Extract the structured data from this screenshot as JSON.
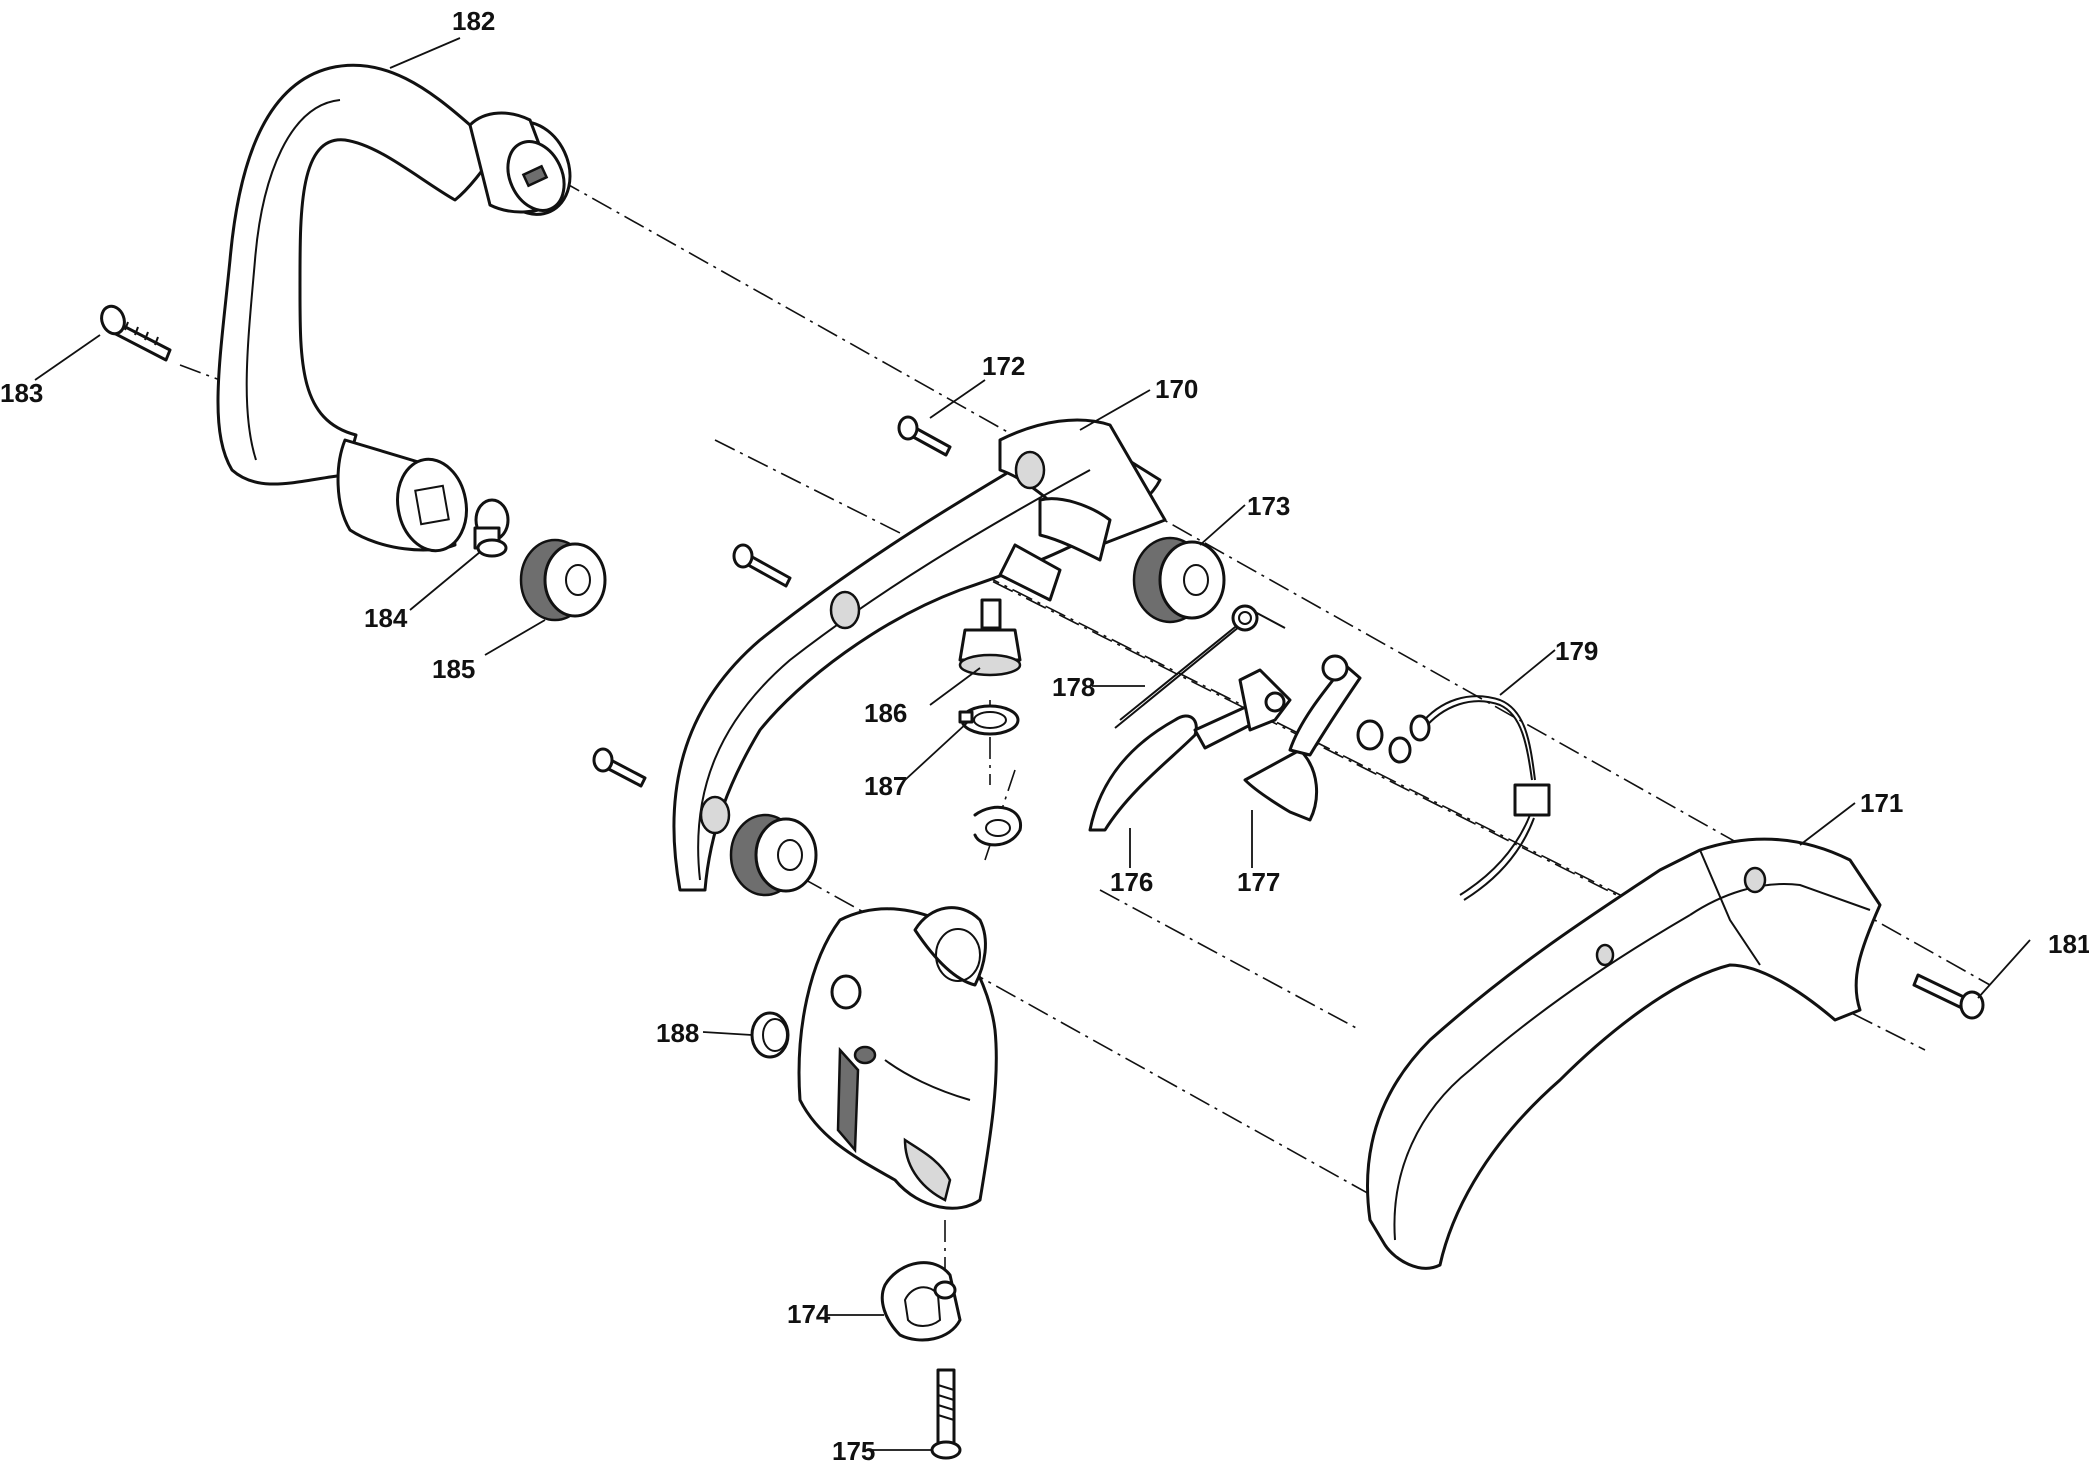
{
  "parts": [
    {
      "id": "p182",
      "label": "182",
      "name": "Front handle bar"
    },
    {
      "id": "p183",
      "label": "183",
      "name": "Screw"
    },
    {
      "id": "p184",
      "label": "184",
      "name": "Spacer"
    },
    {
      "id": "p185",
      "label": "185",
      "name": "Rubber damper"
    },
    {
      "id": "p172",
      "label": "172",
      "name": "Screw"
    },
    {
      "id": "p170",
      "label": "170",
      "name": "Handle half (left)"
    },
    {
      "id": "p173",
      "label": "173",
      "name": "Rubber damper"
    },
    {
      "id": "p186",
      "label": "186",
      "name": "Switch"
    },
    {
      "id": "p187",
      "label": "187",
      "name": "Retaining ring"
    },
    {
      "id": "p178",
      "label": "178",
      "name": "Torsion spring"
    },
    {
      "id": "p179",
      "label": "179",
      "name": "Cable"
    },
    {
      "id": "p176",
      "label": "176",
      "name": "Lock-off lever"
    },
    {
      "id": "p177",
      "label": "177",
      "name": "Throttle trigger"
    },
    {
      "id": "p171",
      "label": "171",
      "name": "Handle half (right)"
    },
    {
      "id": "p181",
      "label": "181",
      "name": "Screw"
    },
    {
      "id": "p188",
      "label": "188",
      "name": "Plug"
    },
    {
      "id": "p174",
      "label": "174",
      "name": "Clamp"
    },
    {
      "id": "p175",
      "label": "175",
      "name": "Screw"
    }
  ]
}
